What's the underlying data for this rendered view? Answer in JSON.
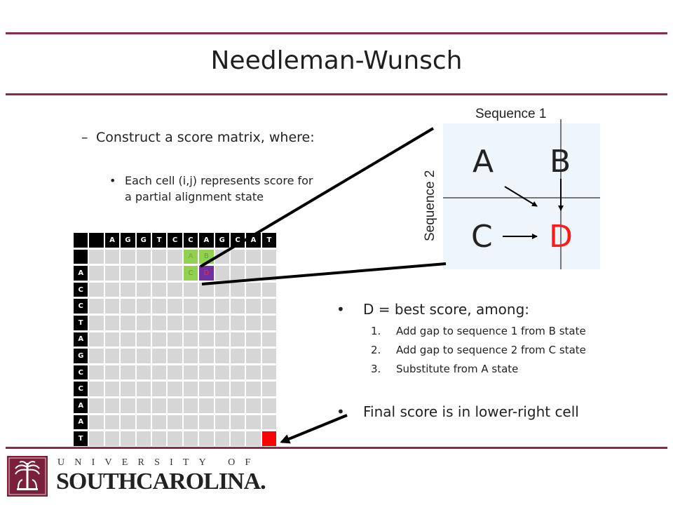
{
  "slide": {
    "title": "Needleman-Wunsch",
    "bullets": {
      "construct": "Construct a score matrix, where:",
      "construct_marker": "–",
      "cell_meaning": "Each cell (i,j) represents score for a partial alignment state",
      "cell_marker": "•"
    }
  },
  "matrix": {
    "columns": [
      "A",
      "G",
      "G",
      "T",
      "C",
      "C",
      "A",
      "G",
      "C",
      "A",
      "T"
    ],
    "rows": [
      "",
      "A",
      "C",
      "C",
      "T",
      "A",
      "G",
      "C",
      "C",
      "A",
      "A",
      "T"
    ],
    "highlight_labels": {
      "a": "A",
      "b": "B",
      "c": "C",
      "d": "D"
    },
    "colors": {
      "header": "#000000",
      "cell": "#d6d6d6",
      "abc": "#92d050",
      "d": "#7030a0",
      "final": "#ff0000"
    }
  },
  "diagram": {
    "sequence1_label": "Sequence 1",
    "sequence2_label": "Sequence 2",
    "cells": {
      "a": "A",
      "b": "B",
      "c": "C",
      "d": "D"
    },
    "d_color": "#ff1a1a"
  },
  "explanation": {
    "headline": "D = best score, among:",
    "marker": "•",
    "steps": [
      {
        "num": "1.",
        "text": "Add gap to sequence 1 from B state"
      },
      {
        "num": "2.",
        "text": "Add gap to sequence 2 from C state"
      },
      {
        "num": "3.",
        "text": "Substitute from A state"
      }
    ],
    "final": "Final score is in lower-right cell"
  },
  "logo": {
    "line1": "UNIVERSITY OF",
    "line2": "SOUTHCAROLINA."
  },
  "theme": {
    "accent": "#8a2a44"
  }
}
